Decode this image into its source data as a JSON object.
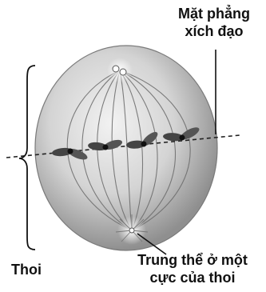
{
  "labels": {
    "equatorial_plane": [
      "Mặt phẳng",
      "xích đạo"
    ],
    "spindle": "Thoi",
    "centrosome": [
      "Trung thể ở một",
      "cực của thoi"
    ]
  },
  "colors": {
    "ink": "#111111",
    "cell_light": "#ececec",
    "cell_dark": "#9a9a9a",
    "fiber": "#6a6a6a",
    "chromosome": "#444444"
  },
  "icons": {
    "chromosome": "x-shaped-chromosome",
    "centrosome": "star-aster"
  }
}
